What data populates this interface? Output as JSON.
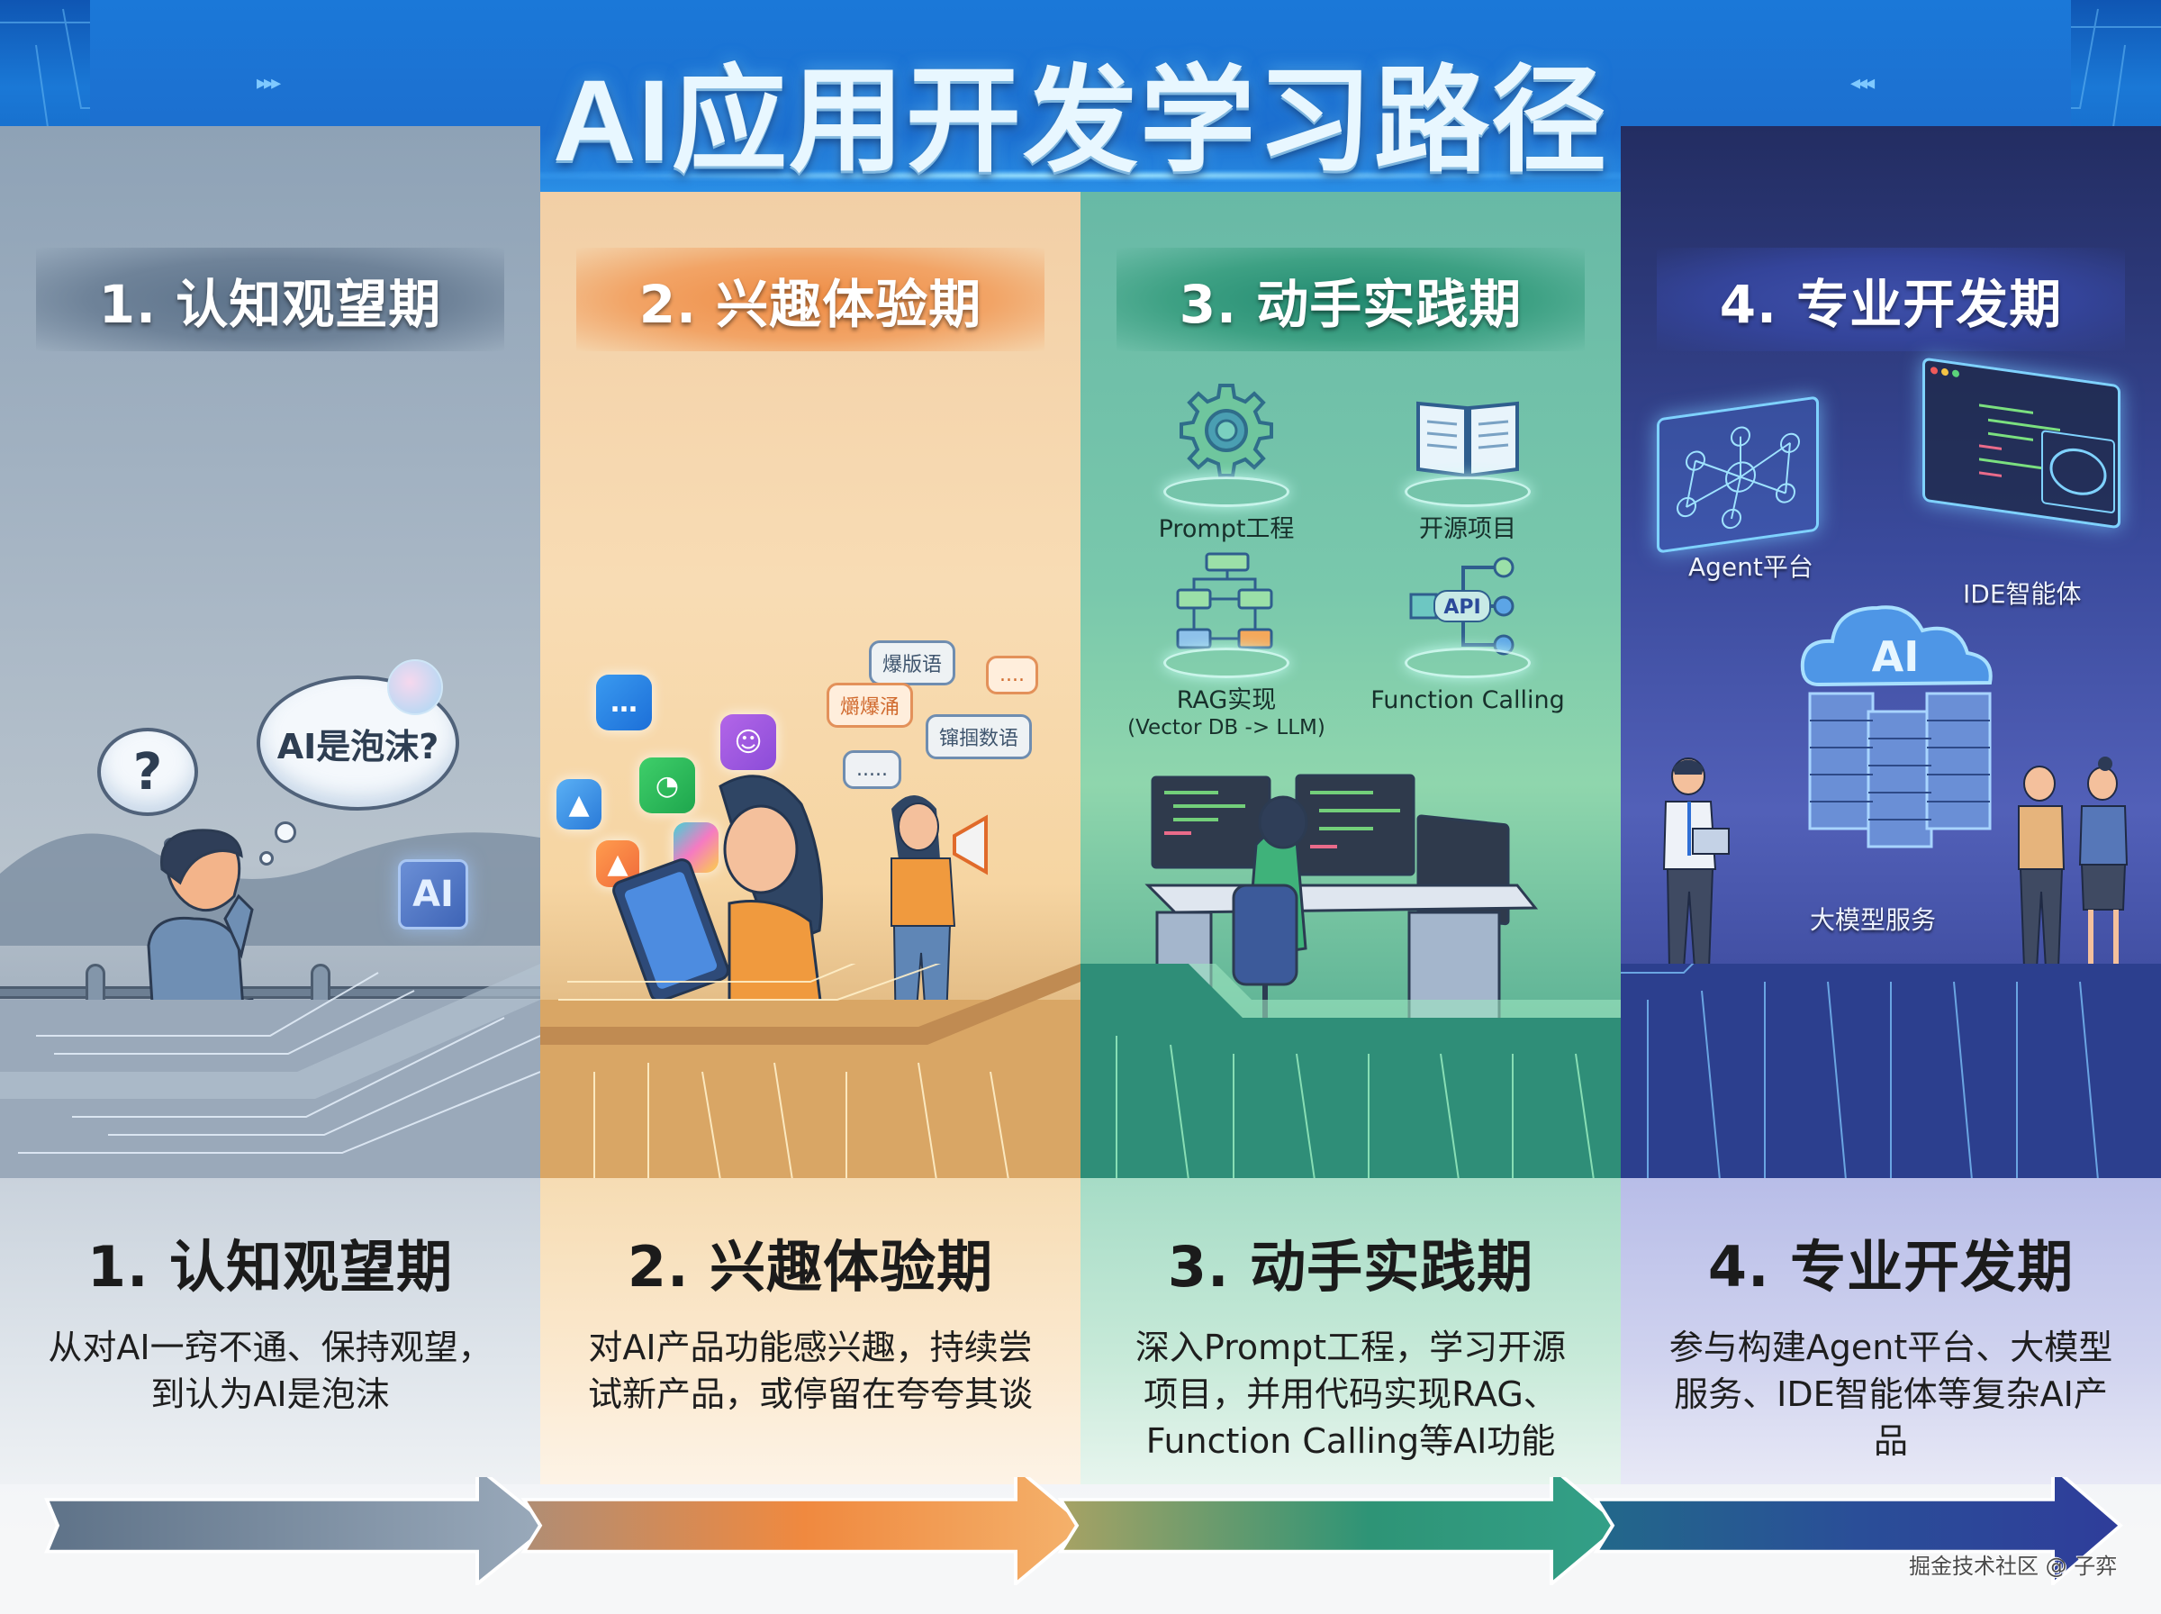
{
  "header": {
    "title": "AI应用开发学习路径",
    "left_chevrons": "▸▸▸",
    "right_chevrons": "◂◂◂"
  },
  "stages": [
    {
      "banner": "1. 认知观望期",
      "title": "1. 认知观望期",
      "description": "从对AI一窍不通、保持观望，到认为AI是泡沫",
      "color": "#6f8399",
      "illustration": {
        "thought_question": "?",
        "thought_text": "AI是泡沫?",
        "chip_label": "AI"
      }
    },
    {
      "banner": "2. 兴趣体验期",
      "title": "2. 兴趣体验期",
      "description": "对AI产品功能感兴趣，持续尝试新产品，或停留在夸夸其谈",
      "color": "#ee8c45",
      "illustration": {
        "app_icons": [
          "chat-app-icon",
          "robot-app-icon",
          "wechat-app-icon",
          "gallery-app-icon",
          "photo-app-icon",
          "color-app-icon"
        ],
        "speech_bubbles": [
          "爆版语",
          "....",
          "爝爆涌",
          "镩掴数语",
          "....."
        ]
      }
    },
    {
      "banner": "3. 动手实践期",
      "title": "3. 动手实践期",
      "description": "深入Prompt工程，学习开源项目，并用代码实现RAG、Function Calling等AI功能",
      "color": "#228a70",
      "illustration": {
        "tools": [
          {
            "label": "Prompt工程",
            "icon": "gear-icon"
          },
          {
            "label": "开源项目",
            "icon": "book-icon"
          },
          {
            "label": "RAG实现",
            "sublabel": "(Vector DB -> LLM)",
            "icon": "flowchart-icon"
          },
          {
            "label": "Function Calling",
            "icon": "api-icon",
            "icon_text": "API"
          }
        ]
      }
    },
    {
      "banner": "4. 专业开发期",
      "title": "4. 专业开发期",
      "description": "参与构建Agent平台、大模型服务、IDE智能体等复杂AI产品",
      "color": "#34449a",
      "illustration": {
        "labels": {
          "agent": "Agent平台",
          "ide": "IDE智能体",
          "model": "大模型服务",
          "cloud": "AI"
        }
      }
    }
  ],
  "arrows": [
    {
      "from": "#5e7288",
      "to": "#9aaabb"
    },
    {
      "from": "#b08d74",
      "via": "#f0893f",
      "to": "#f4b26c"
    },
    {
      "from": "#a7a264",
      "via": "#2e9476",
      "to": "#33a088"
    },
    {
      "from": "#22688a",
      "via": "#2a4e98",
      "to": "#2f3d9a"
    }
  ],
  "watermark": "掘金技术社区 @ 子弈"
}
